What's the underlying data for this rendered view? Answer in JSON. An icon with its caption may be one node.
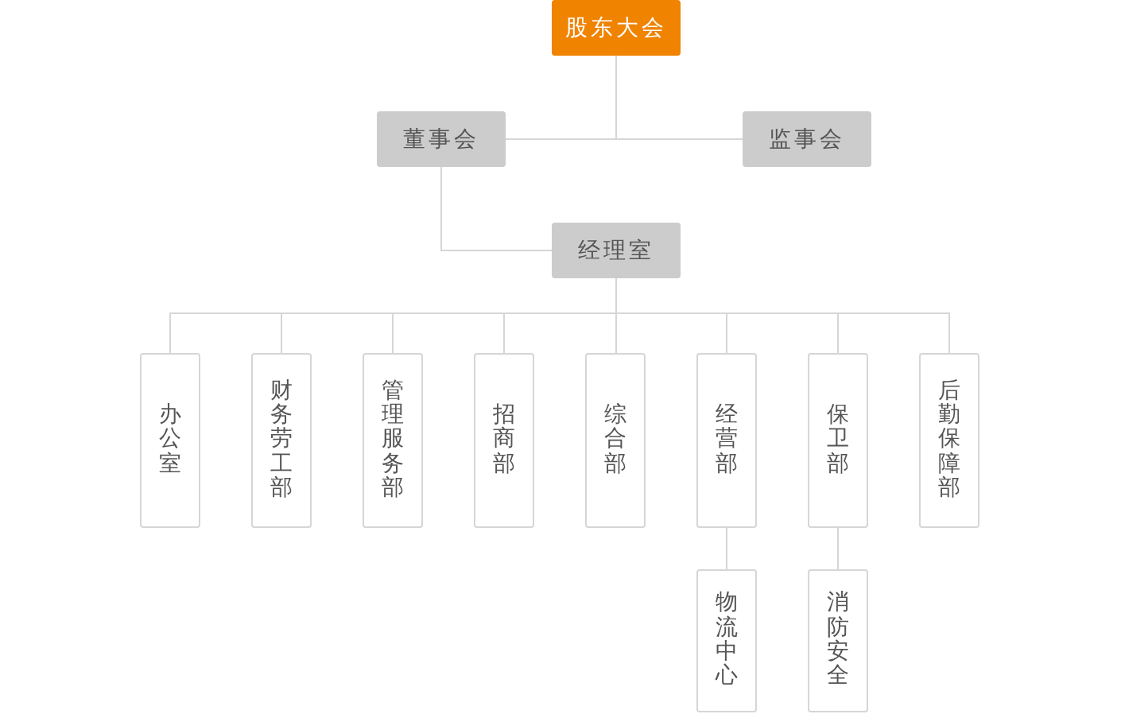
{
  "diagram": {
    "nodes": [
      {
        "text": [
          "股东大会"
        ]
      },
      {
        "text": [
          "董事会"
        ]
      },
      {
        "text": [
          "监事会"
        ]
      },
      {
        "text": [
          "经理室"
        ]
      },
      {
        "text": [
          "办公室"
        ]
      },
      {
        "text": [
          "财务劳工部"
        ]
      },
      {
        "text": [
          "管理服务部"
        ]
      },
      {
        "text": [
          "招商部"
        ]
      },
      {
        "text": [
          "综合部"
        ]
      },
      {
        "text": [
          "经营部"
        ]
      },
      {
        "text": [
          "保卫部"
        ]
      },
      {
        "text": [
          "后勤保障部"
        ]
      },
      {
        "text": [
          "物流中心"
        ]
      },
      {
        "text": [
          "消防安全"
        ]
      }
    ],
    "edges": [
      {
        "from": 0,
        "to": 1,
        "arrow": "none"
      },
      {
        "from": 0,
        "to": 2,
        "arrow": "none"
      },
      {
        "from": 1,
        "to": 3,
        "arrow": "none"
      },
      {
        "from": 3,
        "to": 4,
        "arrow": "none"
      },
      {
        "from": 3,
        "to": 5,
        "arrow": "none"
      },
      {
        "from": 3,
        "to": 6,
        "arrow": "none"
      },
      {
        "from": 3,
        "to": 7,
        "arrow": "none"
      },
      {
        "from": 3,
        "to": 8,
        "arrow": "none"
      },
      {
        "from": 3,
        "to": 9,
        "arrow": "none"
      },
      {
        "from": 3,
        "to": 10,
        "arrow": "none"
      },
      {
        "from": 3,
        "to": 11,
        "arrow": "none"
      },
      {
        "from": 9,
        "to": 12,
        "arrow": "none"
      },
      {
        "from": 10,
        "to": 13,
        "arrow": "none"
      }
    ]
  }
}
